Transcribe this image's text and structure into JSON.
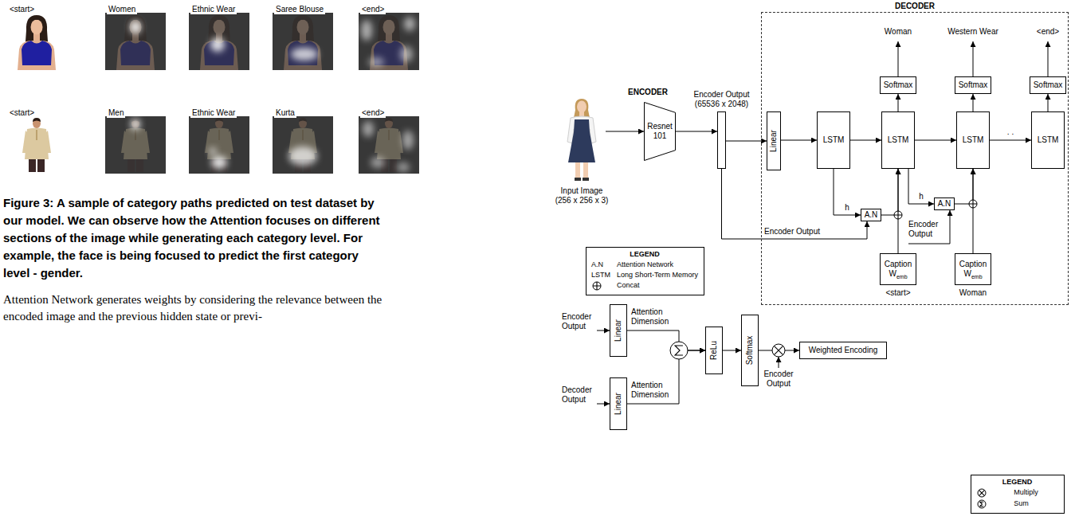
{
  "diagram": {
    "caption": "Figure 3: A sample of category paths predicted on test dataset by our model. We can observe how the Attention focuses on different sections of the image while generating each category level. For example, the face is being focused to predict the first category level - gender.",
    "nodes": [
      {
        "text": [
          "Input Image (256 x 256 x 3)"
        ]
      },
      {
        "text": [
          "ENCODER",
          "Resnet 101"
        ]
      },
      {
        "text": [
          "Encoder Output (65536 x 2048)"
        ]
      },
      {
        "text": [
          "DECODER"
        ]
      },
      {
        "text": [
          "Linear"
        ],
        "in": 3
      },
      {
        "text": [
          "LSTM"
        ],
        "in": 3
      },
      {
        "text": [
          "LSTM"
        ],
        "in": 3
      },
      {
        "text": [
          "LSTM"
        ],
        "in": 3
      },
      {
        "text": [
          "LSTM"
        ],
        "in": 3
      },
      {
        "text": [
          "Softmax"
        ],
        "in": 3
      },
      {
        "text": [
          "Softmax"
        ],
        "in": 3
      },
      {
        "text": [
          "Softmax"
        ],
        "in": 3
      },
      {
        "text": [
          "A.N"
        ],
        "in": 3
      },
      {
        "text": [
          "A.N"
        ],
        "in": 3
      },
      {
        "text": [
          "Caption W",
          "emb"
        ],
        "in": 3
      },
      {
        "text": [
          "Caption W",
          "emb"
        ],
        "in": 3
      },
      {
        "text": [
          "LEGEND",
          "A.N",
          "Attention Network",
          "LSTM",
          "Long Short-Term Memory",
          "Concat"
        ]
      },
      {
        "text": [
          "Linear"
        ]
      },
      {
        "text": [
          "Linear"
        ]
      },
      {
        "text": [
          "ReLu"
        ]
      },
      {
        "text": [
          "Softmax"
        ]
      },
      {
        "text": [
          "Weighted Encoding"
        ]
      },
      {
        "text": [
          "LEGEND",
          "Multiply",
          "Sum"
        ]
      }
    ],
    "edges": [
      {
        "from": 0,
        "to": 1,
        "arrow": "to"
      },
      {
        "from": 1,
        "to": 2,
        "arrow": "to"
      },
      {
        "from": 2,
        "to": 4,
        "arrow": "to"
      },
      {
        "from": 4,
        "to": 5,
        "arrow": "to"
      },
      {
        "from": 5,
        "to": 6,
        "arrow": "to"
      },
      {
        "from": 6,
        "to": 7,
        "arrow": "to"
      },
      {
        "from": 7,
        "to": 8,
        "arrow": "to"
      },
      {
        "from": 6,
        "to": 9,
        "arrow": "to"
      },
      {
        "from": 7,
        "to": 10,
        "arrow": "to"
      },
      {
        "from": 8,
        "to": 11,
        "arrow": "to"
      },
      {
        "from": 5,
        "to": 12,
        "label": "h",
        "arrow": "to"
      },
      {
        "from": 2,
        "to": 12,
        "label": "Encoder Output",
        "arrow": "to"
      },
      {
        "from": 12,
        "to": 6,
        "arrow": "to"
      },
      {
        "from": 14,
        "to": 6,
        "arrow": "to"
      },
      {
        "from": 6,
        "to": 13,
        "label": "h",
        "arrow": "to"
      },
      {
        "from": 13,
        "to": 7,
        "arrow": "to"
      },
      {
        "from": 15,
        "to": 7,
        "arrow": "to"
      },
      {
        "from": 17,
        "to": 19,
        "arrow": "to"
      },
      {
        "from": 18,
        "to": 19,
        "arrow": "to"
      },
      {
        "from": 19,
        "to": 20,
        "arrow": "to"
      },
      {
        "from": 20,
        "to": 21,
        "arrow": "to"
      }
    ],
    "labels": [
      "<start>",
      "Women",
      "Ethnic Wear",
      "Saree Blouse",
      "<end>",
      "<start>",
      "Men",
      "Ethnic Wear",
      "Kurta",
      "<end>",
      "Attention Network generates weights by considering the relevance between the encoded image and the previous hidden state or previ-",
      "Woman",
      "Western Wear",
      "<end>",
      ". .",
      "<start>",
      "Woman",
      "Encoder Output",
      "Encoder Output",
      "Attention Dimension",
      "Decoder Output",
      "Attention Dimension",
      "Encoder Output"
    ]
  }
}
